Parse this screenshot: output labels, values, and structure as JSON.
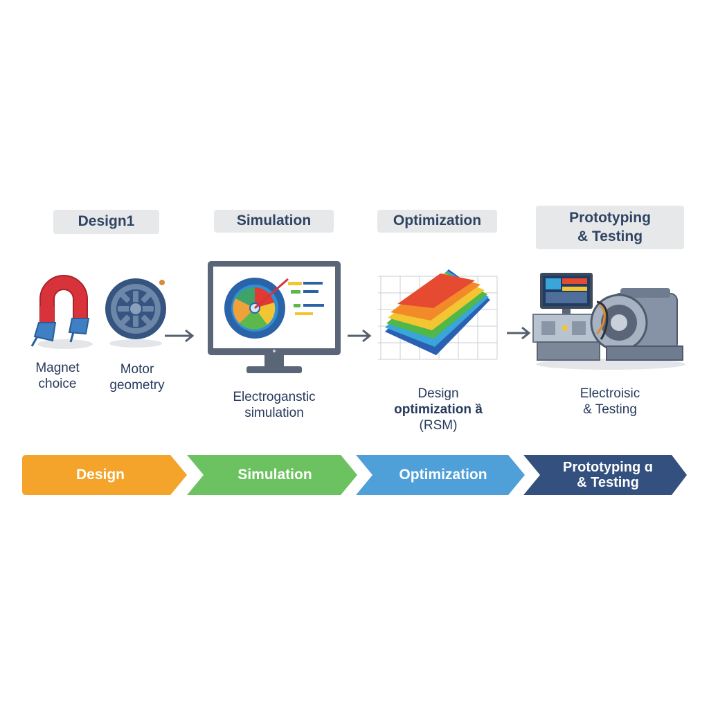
{
  "stages": {
    "design": {
      "label": "Design1"
    },
    "simulation": {
      "label": "Simulation"
    },
    "optimization": {
      "label": "Optimization"
    },
    "prototyping": {
      "label_line1": "Prototyping",
      "label_line2": "& Testing"
    }
  },
  "captions": {
    "magnet": {
      "line1": "Magnet",
      "line2": "choice"
    },
    "motor": {
      "line1": "Motor",
      "line2": "geometry"
    },
    "simulation": {
      "line1": "Electroganstic",
      "line2": "simulation"
    },
    "optimization": {
      "line1": "Design",
      "line2": "optimization ȁ",
      "line3": "(RSM)"
    },
    "testing": {
      "line1": "Electroisic",
      "line2": "& Testing"
    }
  },
  "process_bar": {
    "steps": [
      {
        "label": "Design",
        "color": "#f4a42a"
      },
      {
        "label": "Simulation",
        "color": "#6cc260"
      },
      {
        "label": "Optimization",
        "color": "#4f9fd9"
      },
      {
        "label_line1": "Prototyping ɑ",
        "label_line2": "& Testing",
        "color": "#34507e"
      }
    ]
  },
  "icons": {
    "magnet": "horseshoe-magnet-icon",
    "motor": "motor-wheel-icon",
    "monitor": "simulation-monitor-icon",
    "surface": "response-surface-icon",
    "test_rig": "test-bench-icon"
  }
}
